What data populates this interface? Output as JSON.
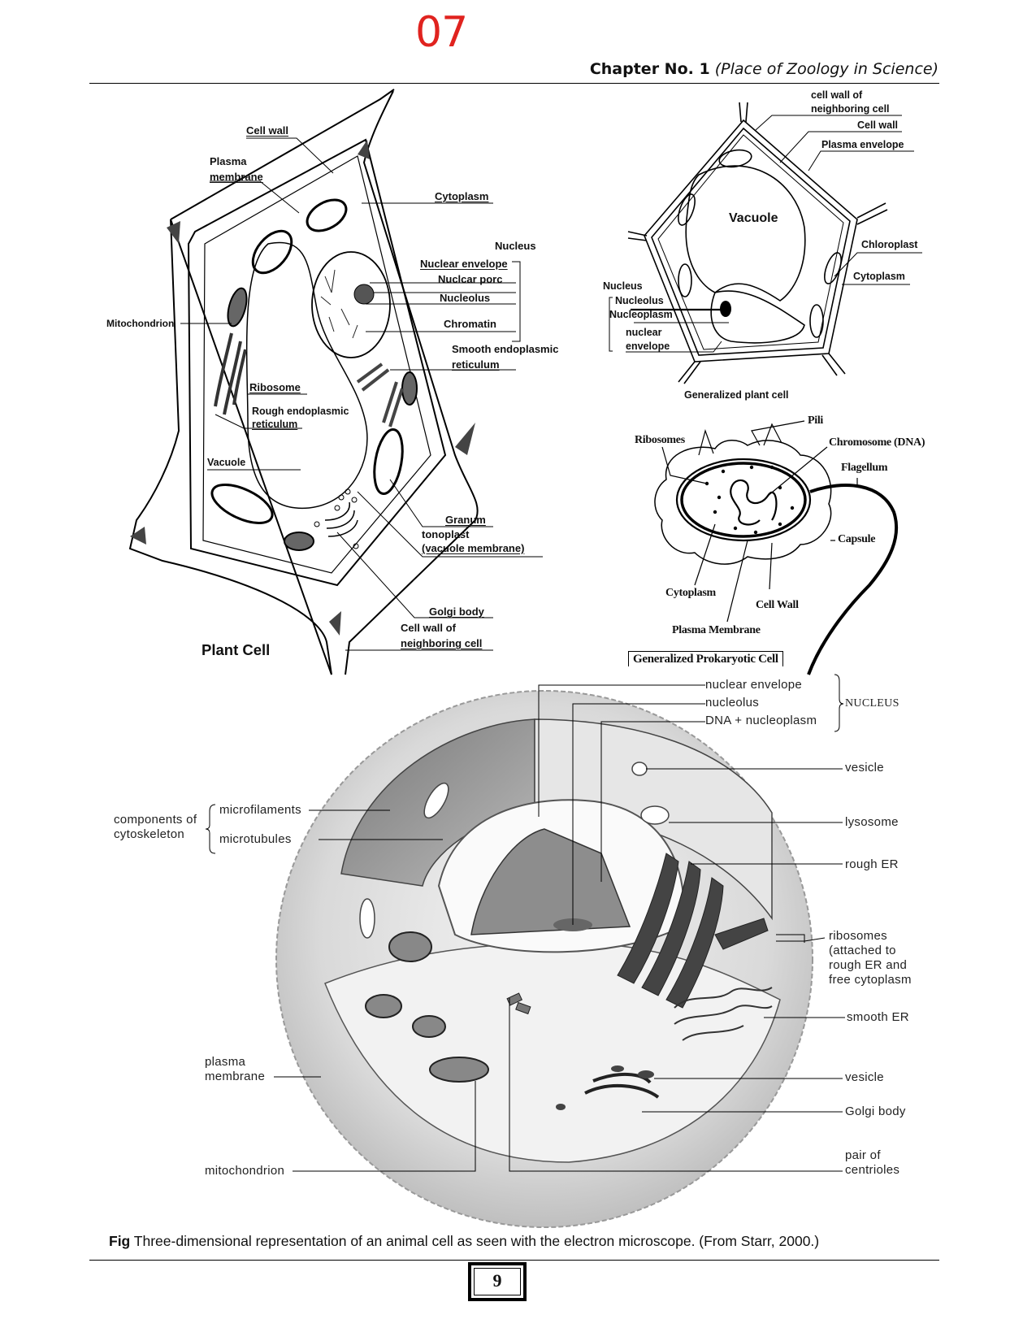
{
  "page": {
    "top_number": "07",
    "chapter_bold": "Chapter No. 1",
    "chapter_italic": "(Place of Zoology in Science)",
    "page_number": "9",
    "colors": {
      "top_number": "#e0231f",
      "ink": "#111111"
    }
  },
  "plant_cell": {
    "title": "Plant Cell",
    "labels": {
      "cell_wall": "Cell wall",
      "plasma_membrane_1": "Plasma",
      "plasma_membrane_2": "membrane",
      "cytoplasm": "Cytoplasm",
      "nucleus": "Nucleus",
      "nuclear_envelope": "Nuclear envelope",
      "nuclear_pore": "Nuclcar porc",
      "nucleolus": "Nucleolus",
      "chromatin": "Chromatin",
      "smooth_er_1": "Smooth endoplasmic",
      "smooth_er_2": "reticulum",
      "mitochondrion": "Mitochondrion",
      "ribosome": "Ribosome",
      "rough_er_1": "Rough endoplasmic",
      "rough_er_2": "reticulum",
      "vacuole": "Vacuole",
      "granum": "Granum",
      "tonoplast_1": "tonoplast",
      "tonoplast_2": "(vacuole membrane)",
      "golgi_body": "Golgi body",
      "neighbor_wall_1": "Cell wall of",
      "neighbor_wall_2": "neighboring cell"
    }
  },
  "generalized_plant_cell": {
    "title": "Generalized plant cell",
    "labels": {
      "neighbor_wall_1": "cell wall of",
      "neighbor_wall_2": "neighboring cell",
      "cell_wall": "Cell wall",
      "plasma_envelope": "Plasma envelope",
      "vacuole": "Vacuole",
      "chloroplast": "Chloroplast",
      "cytoplasm": "Cytoplasm",
      "nucleus": "Nucleus",
      "nucleolus": "Nucleolus",
      "nucleoplasm": "Nucleoplasm",
      "nuclear_envelope_1": "nuclear",
      "nuclear_envelope_2": "envelope"
    }
  },
  "prokaryotic_cell": {
    "title": "Generalized Prokaryotic Cell",
    "labels": {
      "pili": "Pili",
      "ribosomes": "Ribosomes",
      "chromosome": "Chromosome (DNA)",
      "flagellum": "Flagellum",
      "capsule": "Capsule",
      "cytoplasm": "Cytoplasm",
      "cell_wall": "Cell Wall",
      "plasma_membrane": "Plasma Membrane"
    }
  },
  "animal_cell": {
    "caption_bold": "Fig",
    "caption_text": " Three-dimensional representation of an animal cell as seen with the electron microscope. (From Starr, 2000.)",
    "labels": {
      "nuclear_envelope": "nuclear envelope",
      "nucleolus": "nucleolus",
      "dna_nucleoplasm": "DNA + nucleoplasm",
      "nucleus_group": "NUCLEUS",
      "vesicle_top": "vesicle",
      "lysosome": "lysosome",
      "rough_er": "rough ER",
      "ribosomes_1": "ribosomes",
      "ribosomes_2": "(attached to",
      "ribosomes_3": "rough ER and",
      "ribosomes_4": "free cytoplasm",
      "smooth_er": "smooth ER",
      "vesicle_bottom": "vesicle",
      "golgi_body": "Golgi body",
      "centrioles_1": "pair of",
      "centrioles_2": "centrioles",
      "cytoskeleton_1": "components of",
      "cytoskeleton_2": "cytoskeleton",
      "microfilaments": "microfilaments",
      "microtubules": "microtubules",
      "plasma_membrane_1": "plasma",
      "plasma_membrane_2": "membrane",
      "mitochondrion": "mitochondrion"
    }
  }
}
